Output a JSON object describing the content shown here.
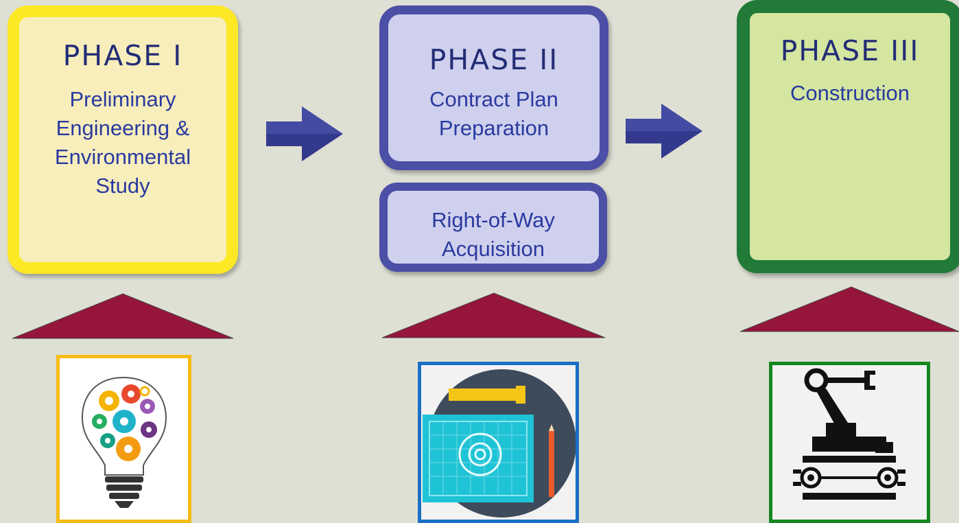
{
  "phases": [
    {
      "title": "PHASE I",
      "lines": [
        "Preliminary",
        "Engineering &",
        "Environmental",
        "Study"
      ]
    },
    {
      "title": "PHASE II",
      "lines": [
        "Contract Plan",
        "Preparation"
      ]
    },
    {
      "title": "PHASE III",
      "lines": [
        "Construction"
      ]
    }
  ],
  "right_of_way": {
    "lines": [
      "Right-of-Way",
      "Acquisition"
    ]
  },
  "icons": [
    {
      "name": "lightbulb-gears-icon"
    },
    {
      "name": "blueprint-gear-icon"
    },
    {
      "name": "robot-arm-tank-icon"
    }
  ],
  "colors": {
    "phase1_border": "#fde825",
    "phase2_border": "#4b4fa6",
    "phase3_border": "#217a38",
    "arrow": "#33398c",
    "triangle": "#96163b"
  }
}
